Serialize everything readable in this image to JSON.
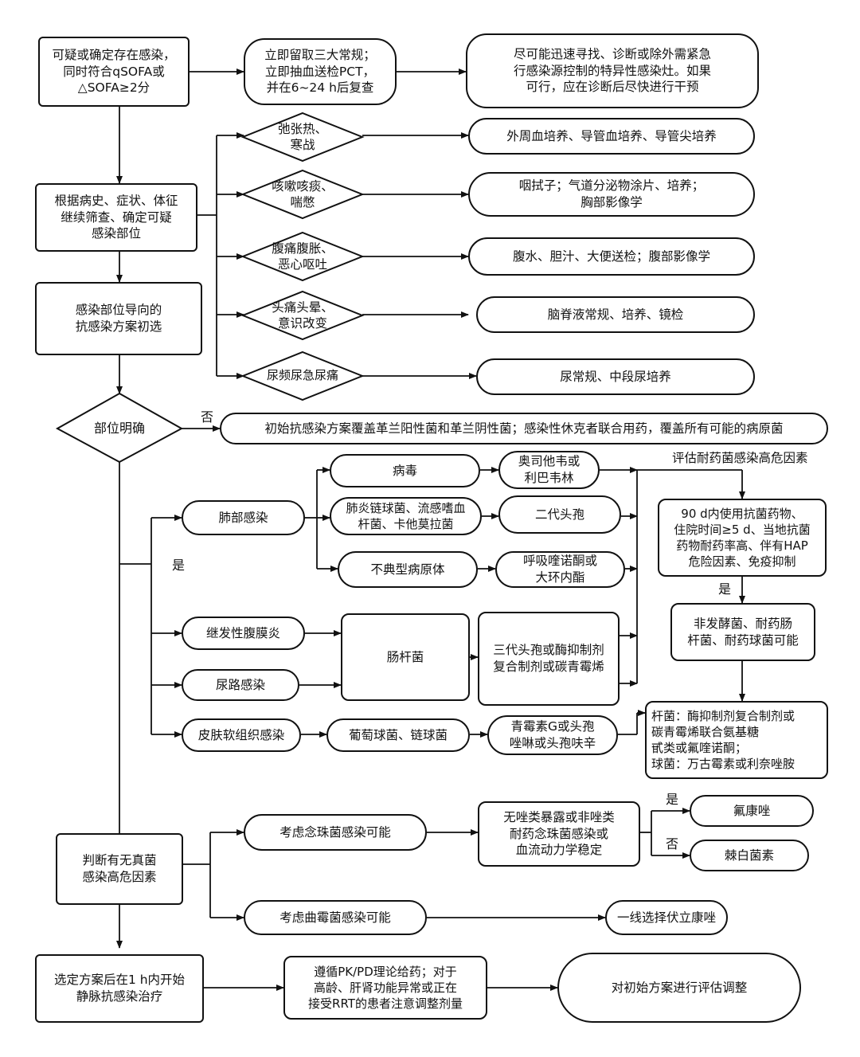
{
  "nodes": {
    "start": "可疑或确定存在感染，\n同时符合qSOFA或\n△SOFA≥2分",
    "labs": "立即留取三大常规；\n立即抽血送检PCT，\n并在6~24 h后复查",
    "source_control": "尽可能迅速寻找、诊断或除外需紧急\n行感染源控制的特异性感染灶。如果\n可行，应在诊断后尽快进行干预",
    "screen_site": "根据病史、症状、体征\n继续筛查、确定可疑\n感染部位",
    "symptom_fever": "弛张热、\n寒战",
    "symptom_cough": "咳嗽咳痰、\n喘憋",
    "symptom_abd": "腹痛腹胀、\n恶心呕吐",
    "symptom_head": "头痛头晕、\n意识改变",
    "symptom_urine": "尿频尿急尿痛",
    "test_blood": "外周血培养、导管血培养、导管尖培养",
    "test_resp": "咽拭子；气道分泌物涂片、培养；\n胸部影像学",
    "test_abd": "腹水、胆汁、大便送检；腹部影像学",
    "test_csf": "脑脊液常规、培养、镜检",
    "test_urine": "尿常规、中段尿培养",
    "initial_regimen": "感染部位导向的\n抗感染方案初选",
    "site_clear": "部位明确",
    "no_label": "否",
    "broad_coverage": "初始抗感染方案覆盖革兰阳性菌和革兰阴性菌；感染性休克者联合用药，覆盖所有可能的病原菌",
    "yes_label": "是",
    "lung": "肺部感染",
    "virus": "病毒",
    "oseltamivir": "奥司他韦或\n利巴韦林",
    "pneumo": "肺炎链球菌、流感嗜血\n杆菌、卡他莫拉菌",
    "cephalo2": "二代头孢",
    "atypical": "不典型病原体",
    "quinolone": "呼吸喹诺酮或\n大环内酯",
    "peritonitis": "继发性腹膜炎",
    "uti": "尿路感染",
    "enterobacter": "肠杆菌",
    "cephalo3": "三代头孢或酶抑制剂\n复合制剂或碳青霉烯",
    "skin": "皮肤软组织感染",
    "staph": "葡萄球菌、链球菌",
    "penicillin": "青霉素G或头孢\n唑啉或头孢呋辛",
    "assess_resistance": "评估耐药菌感染高危因素",
    "risk_factors": "90 d内使用抗菌药物、\n住院时间≥5 d、当地抗菌\n药物耐药率高、伴有HAP\n危险因素、免疫抑制",
    "yes_label2": "是",
    "resistant": "非发酵菌、耐药肠\n杆菌、耐药球菌可能",
    "resistant_tx": "杆菌：酶抑制剂复合制剂或\n碳青霉烯联合氨基糖\n甙类或氟喹诺酮；\n球菌：万古霉素或利奈唑胺",
    "fungal_risk": "判断有无真菌\n感染高危因素",
    "candida": "考虑念珠菌感染可能",
    "azole_check": "无唑类暴露或非唑类\n耐药念珠菌感染或\n血流动力学稳定",
    "yes_label3": "是",
    "no_label3": "否",
    "fluconazole": "氟康唑",
    "echinocandin": "棘白菌素",
    "aspergillus": "考虑曲霉菌感染可能",
    "voriconazole": "一线选择伏立康唑",
    "start_iv": "选定方案后在1 h内开始\n静脉抗感染治疗",
    "pkpd": "遵循PK/PD理论给药；对于\n高龄、肝肾功能异常或正在\n接受RRT的患者注意调整剂量",
    "reassess": "对初始方案进行评估调整"
  }
}
